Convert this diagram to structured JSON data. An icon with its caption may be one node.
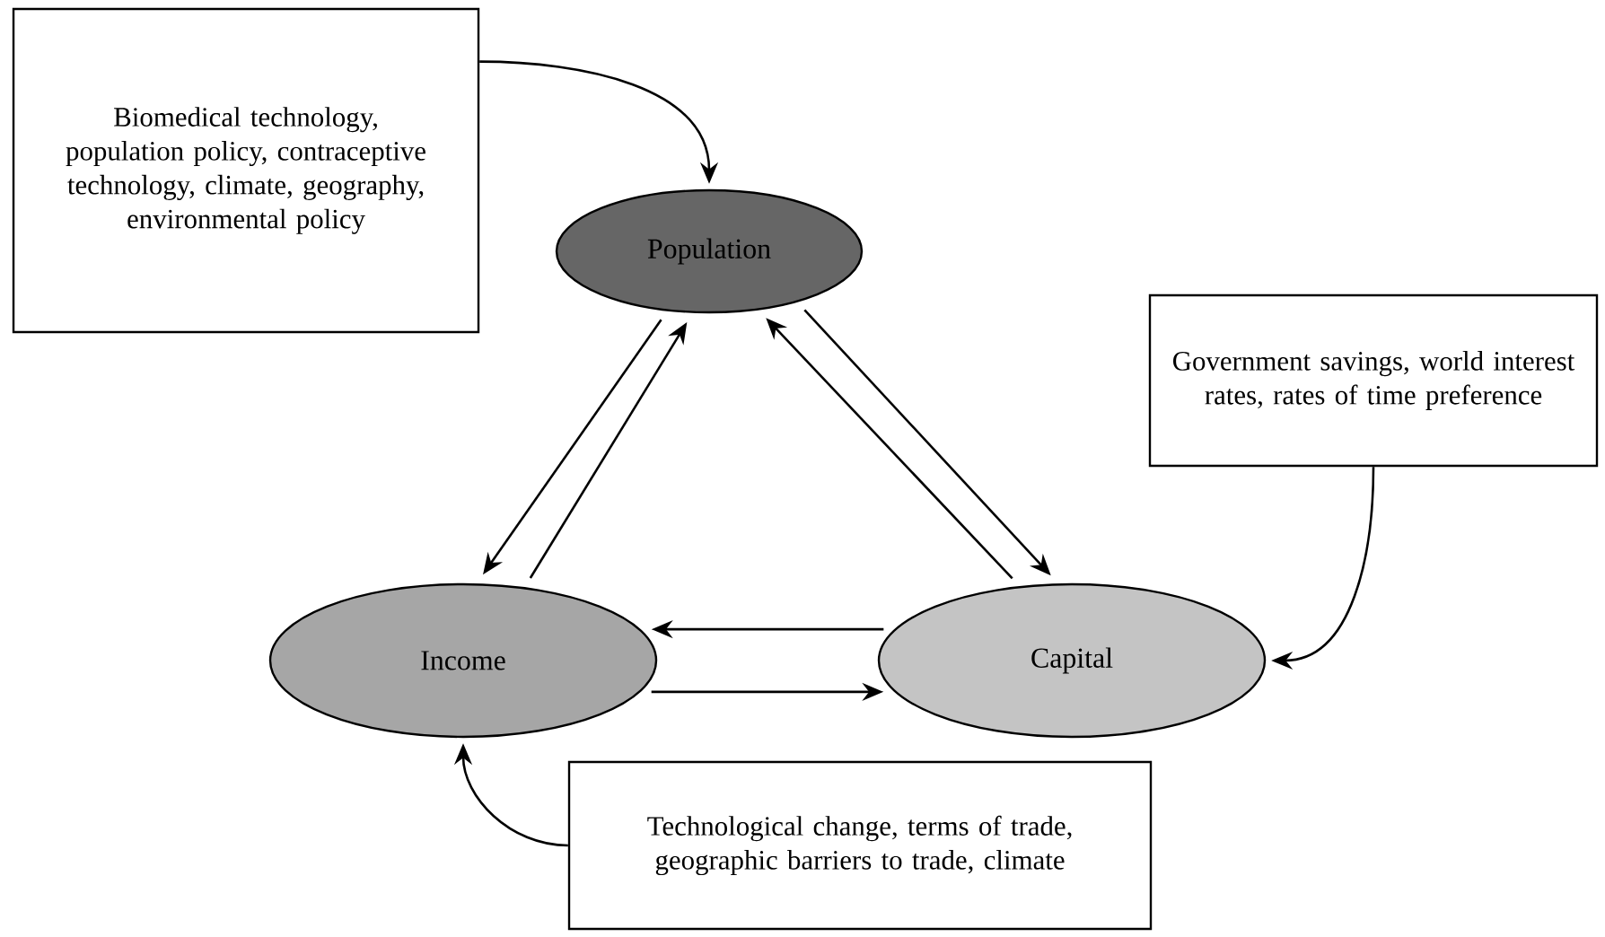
{
  "diagram": {
    "nodes": [
      {
        "text": [
          "Biomedical technology, population policy, contraceptive technology, climate, geography, environmental policy"
        ]
      },
      {
        "text": [
          "Population"
        ]
      },
      {
        "text": [
          "Government savings, world interest rates, rates of time preference"
        ]
      },
      {
        "text": [
          "Income"
        ]
      },
      {
        "text": [
          "Capital"
        ]
      },
      {
        "text": [
          "Technological change, terms of trade, geographic barriers to trade, climate"
        ]
      }
    ],
    "edges": [
      {
        "from": 0,
        "to": 1,
        "arrow": "to"
      },
      {
        "from": 1,
        "to": 3,
        "arrow": "to"
      },
      {
        "from": 3,
        "to": 1,
        "arrow": "to"
      },
      {
        "from": 4,
        "to": 1,
        "arrow": "to"
      },
      {
        "from": 1,
        "to": 4,
        "arrow": "to"
      },
      {
        "from": 4,
        "to": 3,
        "arrow": "to"
      },
      {
        "from": 3,
        "to": 4,
        "arrow": "to"
      },
      {
        "from": 2,
        "to": 4,
        "arrow": "to"
      },
      {
        "from": 5,
        "to": 3,
        "arrow": "to"
      }
    ]
  }
}
